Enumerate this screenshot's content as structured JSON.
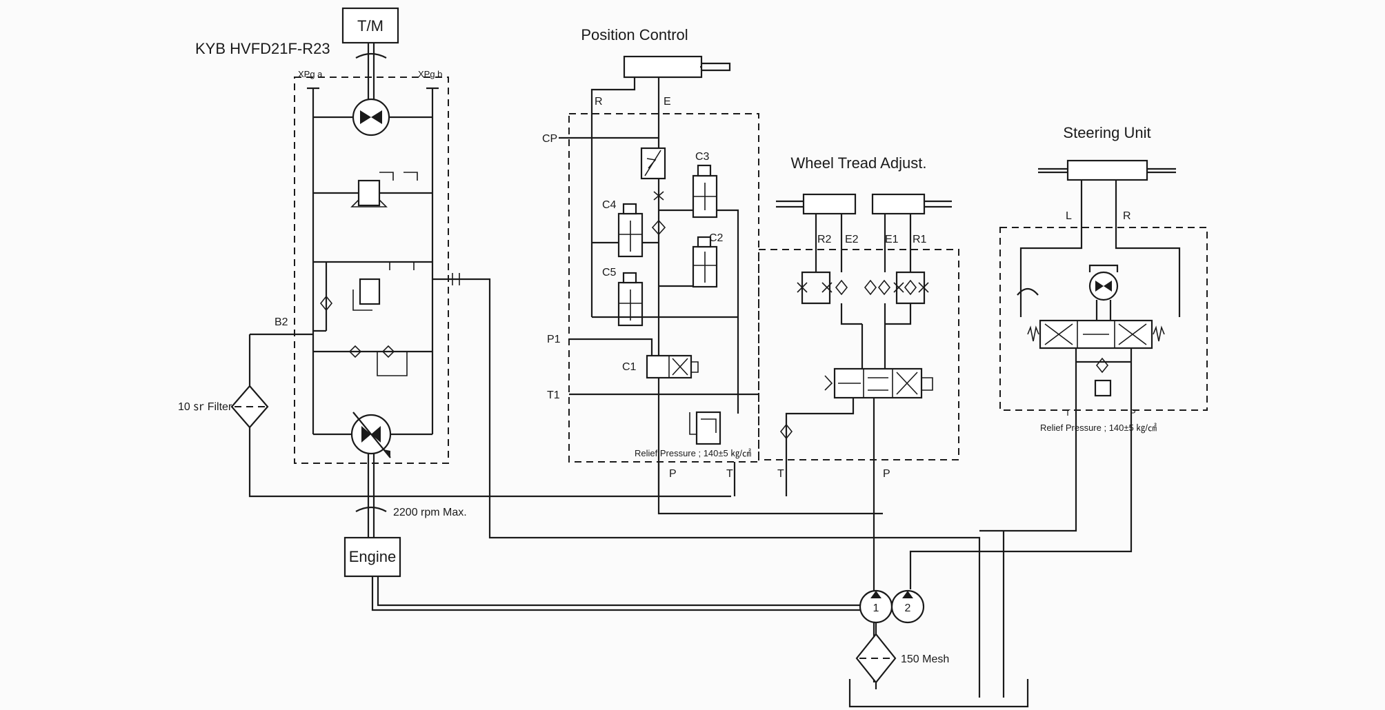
{
  "labels": {
    "pump_model": "KYB HVFD21F-R23",
    "tm": "T/M",
    "xpg_a": "XPg a",
    "xpg_b": "XPg b",
    "b2": "B2",
    "filter": "10 ㏛ Filter",
    "rpm": "2200 rpm Max.",
    "engine": "Engine",
    "position_control": "Position Control",
    "r": "R",
    "e": "E",
    "cp": "CP",
    "c1": "C1",
    "c2": "C2",
    "c3": "C3",
    "c4": "C4",
    "c5": "C5",
    "p1": "P1",
    "t1": "T1",
    "pc_relief": "Relief Pressure ; 140±5 ㎏/㎠",
    "pc_p": "P",
    "pc_t": "T",
    "wheel_tread": "Wheel Tread Adjust.",
    "r2": "R2",
    "e2": "E2",
    "e1": "E1",
    "r1": "R1",
    "wt_t": "T",
    "wt_p": "P",
    "steering": "Steering Unit",
    "st_l": "L",
    "st_r": "R",
    "st_t": "T",
    "st_p": "P",
    "st_relief": "Relief Pressure ; 140±5 ㎏/㎠",
    "pump1": "1",
    "pump2": "2",
    "mesh": "150 Mesh"
  }
}
